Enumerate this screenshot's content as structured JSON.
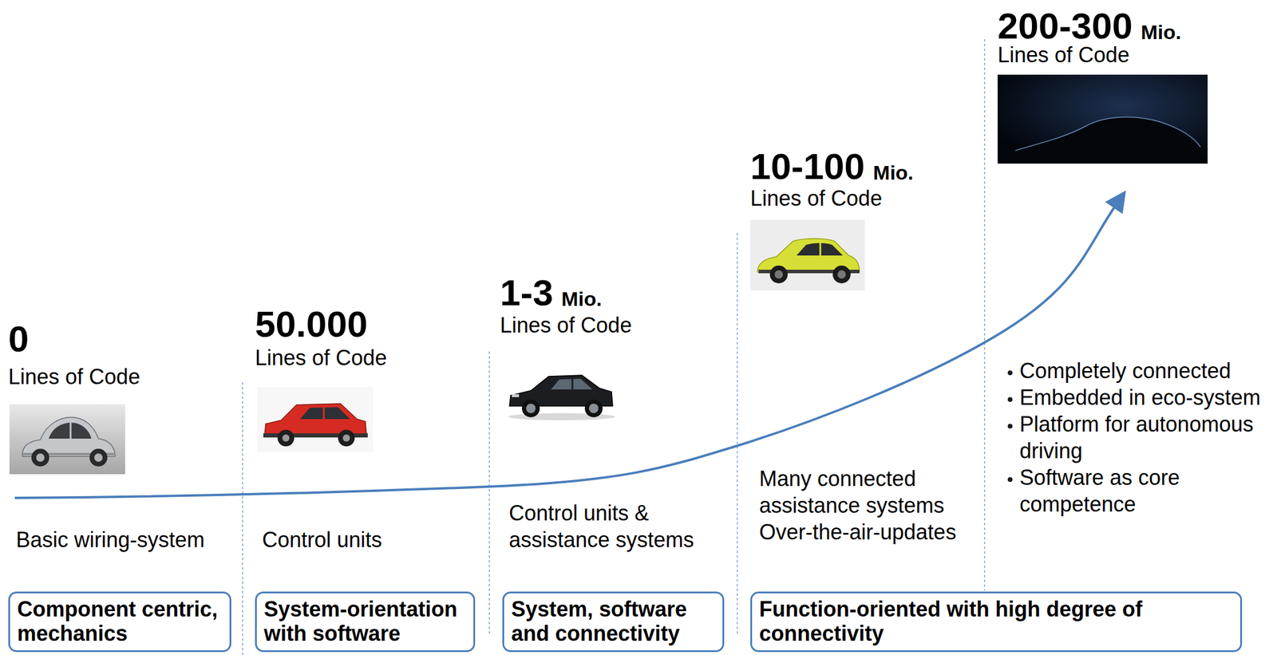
{
  "diagram": {
    "nodes": [
      {
        "text": [
          "Component centric, mechanics"
        ]
      },
      {
        "text": [
          "System-orientation with software"
        ]
      },
      {
        "text": [
          "System, software and connectivity"
        ]
      },
      {
        "text": [
          "Function-oriented with high degree of connectivity"
        ]
      }
    ],
    "labels": [
      "0",
      "Lines of Code",
      "Basic wiring-system",
      "50.000",
      "Lines of Code",
      "Control units",
      "1-3",
      "Mio.",
      "Lines of Code",
      "Control units & assistance systems",
      "10-100",
      "Mio.",
      "Lines of Code",
      "Many connected assistance systems",
      "Over-the-air-updates",
      "200-300",
      "Mio.",
      "Lines of Code",
      "Completely connected",
      "Embedded in eco-system",
      "Platform for autonomous driving",
      "Software as core competence"
    ]
  }
}
